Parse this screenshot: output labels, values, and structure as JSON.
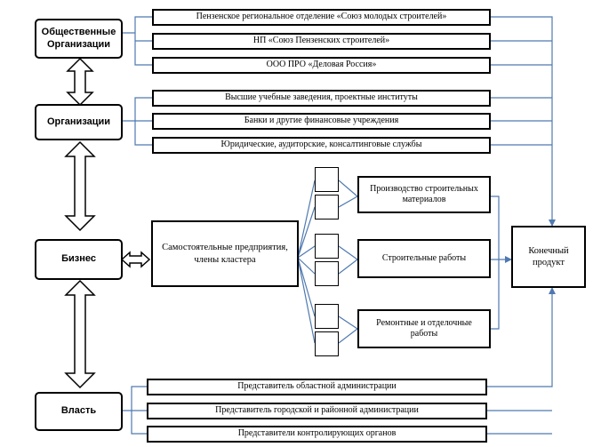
{
  "categories": {
    "public": "Общественные Организации",
    "organizations": "Организации",
    "business": "Бизнес",
    "government": "Власть"
  },
  "public_items": [
    "Пензенское региональное отделение «Союз молодых строителей»",
    "НП «Союз Пензенских строителей»",
    "ООО ПРО «Деловая Россия»"
  ],
  "org_items": [
    "Высшие учебные заведения, проектные институты",
    "Банки и другие финансовые учреждения",
    "Юридические, аудиторские, консалтинговые службы"
  ],
  "business": {
    "enterprises": "Самостоятельные предприятия, члены кластера",
    "production": "Производство строительных материалов",
    "construction": "Строительные работы",
    "renovation": "Ремонтные и отделочные работы"
  },
  "final_product": "Конечный продукт",
  "gov_items": [
    "Представитель областной администрации",
    "Представитель городской и районной администрации",
    "Представители контролирующих органов"
  ],
  "colors": {
    "connector": "#4f79b0",
    "border": "#000000"
  }
}
